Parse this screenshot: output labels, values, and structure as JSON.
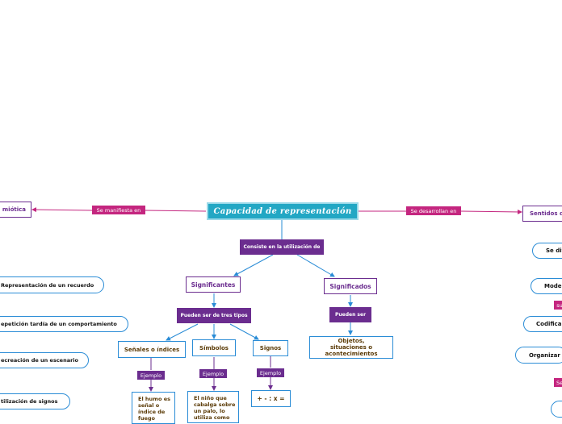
{
  "central": "Capacidad de representación",
  "links": {
    "left": "Se manifiesta en",
    "right": "Se desarrollan en",
    "consiste": "Consiste en la utilización de",
    "tres_tipos": "Pueden ser de tres tipos",
    "pueden_ser": "Pueden ser",
    "ejemplo": "Ejemplo",
    "su_fragment": "su",
    "se_fragment": "Se"
  },
  "nodes": {
    "left_main": "miótica",
    "right_main": "Sentidos d",
    "significantes": "Significantes",
    "significados": "Significados",
    "senales": "Señales o índices",
    "simbolos": "Símbolos",
    "signos": "Signos",
    "objetos": "Objetos, situaciones o acontecimientos",
    "ex_humo": "El humo es señal o índice de fuego",
    "ex_nino": "El niño que cabalga sobre un palo, lo utiliza como",
    "ex_signos": "+ - : x ="
  },
  "left_list": [
    "Representación de un recuerdo",
    "epetición tardía de un comportamiento",
    "ecreación de un escenario",
    "tilización de signos"
  ],
  "right_list": [
    "Se div",
    "Mode",
    "Codifica",
    "Organizar",
    ""
  ],
  "colors": {
    "central": "#22a7c4",
    "purple": "#6b2d8f",
    "magenta": "#c4267f",
    "blue": "#2a8cd6"
  }
}
